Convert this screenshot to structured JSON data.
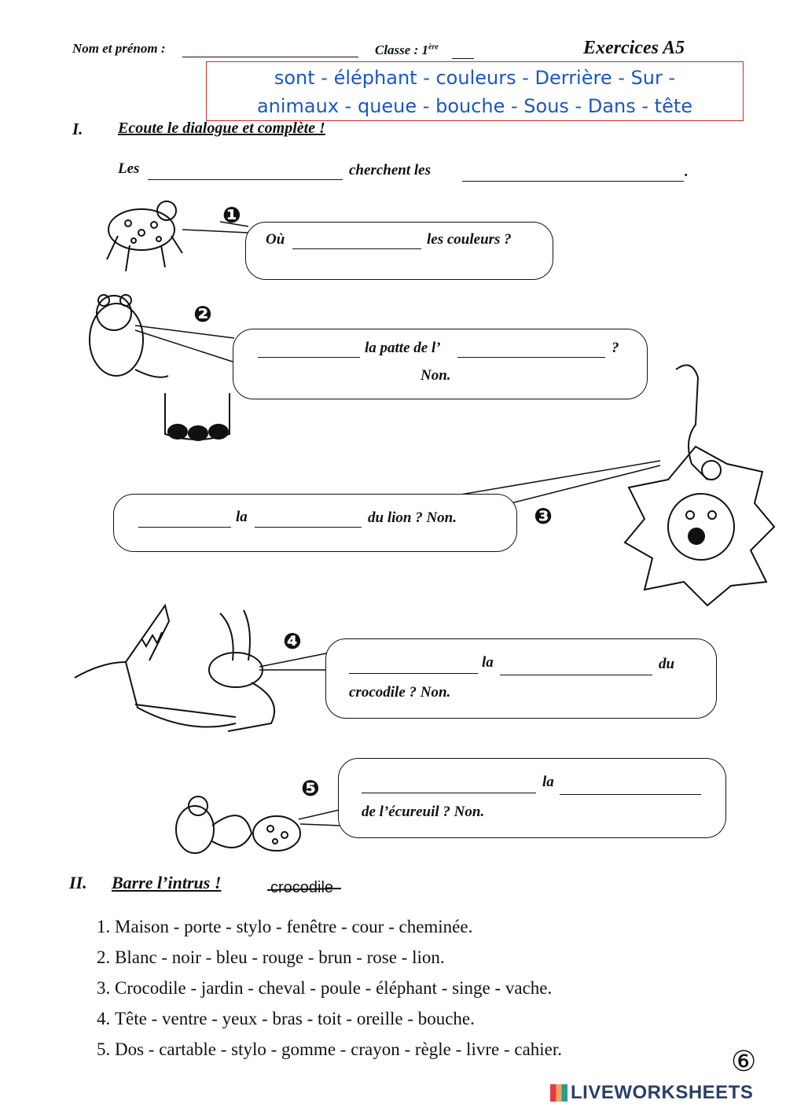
{
  "header": {
    "name_label": "Nom et prénom :",
    "class_label": "Classe : 1",
    "class_sup": "ère",
    "exercise_title": "Exercices A5"
  },
  "word_bank": {
    "line1": "sont - éléphant - couleurs - Derrière - Sur -",
    "line2": "animaux - queue - bouche - Sous - Dans - tête"
  },
  "section1": {
    "roman": "I.",
    "title": "Ecoute le dialogue et complète !",
    "sentence_les": "Les",
    "sentence_cherchent": "cherchent  les",
    "sentence_end": "."
  },
  "bubbles": [
    {
      "number": "❶",
      "text_a": "Où",
      "text_b": "les couleurs ?"
    },
    {
      "number": "❷",
      "text_a": "la patte de l’",
      "text_b": "?",
      "text_c": "Non."
    },
    {
      "number": "❸",
      "text_a": "la",
      "text_b": "du lion ?  Non."
    },
    {
      "number": "❹",
      "text_a": "la",
      "text_b": "du",
      "text_c": "crocodile ? Non."
    },
    {
      "number": "❺",
      "text_a": "la",
      "text_b": "de l’écureuil ?  Non."
    }
  ],
  "section2": {
    "roman": "II.",
    "title": "Barre l’intrus !",
    "example": "crocodile",
    "items": [
      "Maison  -  porte  -  stylo  -  fenêtre  -  cour  -  cheminée.",
      "Blanc  -  noir  -  bleu  -  rouge  -  brun  -  rose  -  lion.",
      "Crocodile  -  jardin  -  cheval  -  poule  -  éléphant  -  singe  -  vache.",
      "Tête  -  ventre  -  yeux  -  bras  -  toit  -  oreille  -  bouche.",
      "Dos  -  cartable  -  stylo  -  gomme  -  crayon  -  règle  -  livre  -  cahier."
    ]
  },
  "page_marker": "⑥",
  "brand": {
    "logo_text": "LIVEWORKSHEETS"
  },
  "colors": {
    "wordbank_border": "#d62828",
    "wordbank_text": "#1a56c8",
    "brand_text": "#2b3f66"
  }
}
